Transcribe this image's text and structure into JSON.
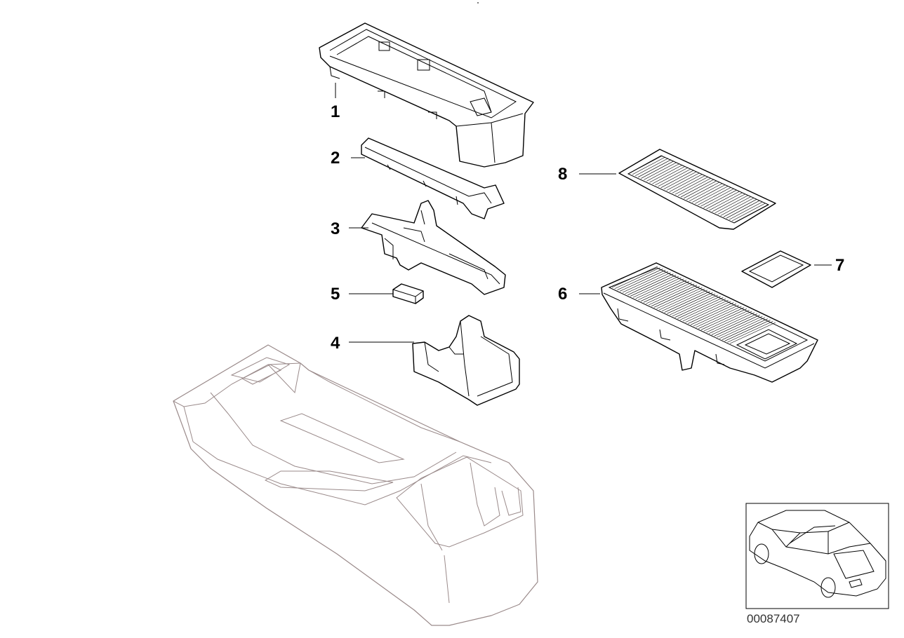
{
  "diagram": {
    "reference_number": "00087407",
    "callouts": [
      {
        "id": "1",
        "label": "1"
      },
      {
        "id": "2",
        "label": "2"
      },
      {
        "id": "3",
        "label": "3"
      },
      {
        "id": "4",
        "label": "4"
      },
      {
        "id": "5",
        "label": "5"
      },
      {
        "id": "6",
        "label": "6"
      },
      {
        "id": "7",
        "label": "7"
      },
      {
        "id": "8",
        "label": "8"
      }
    ]
  }
}
